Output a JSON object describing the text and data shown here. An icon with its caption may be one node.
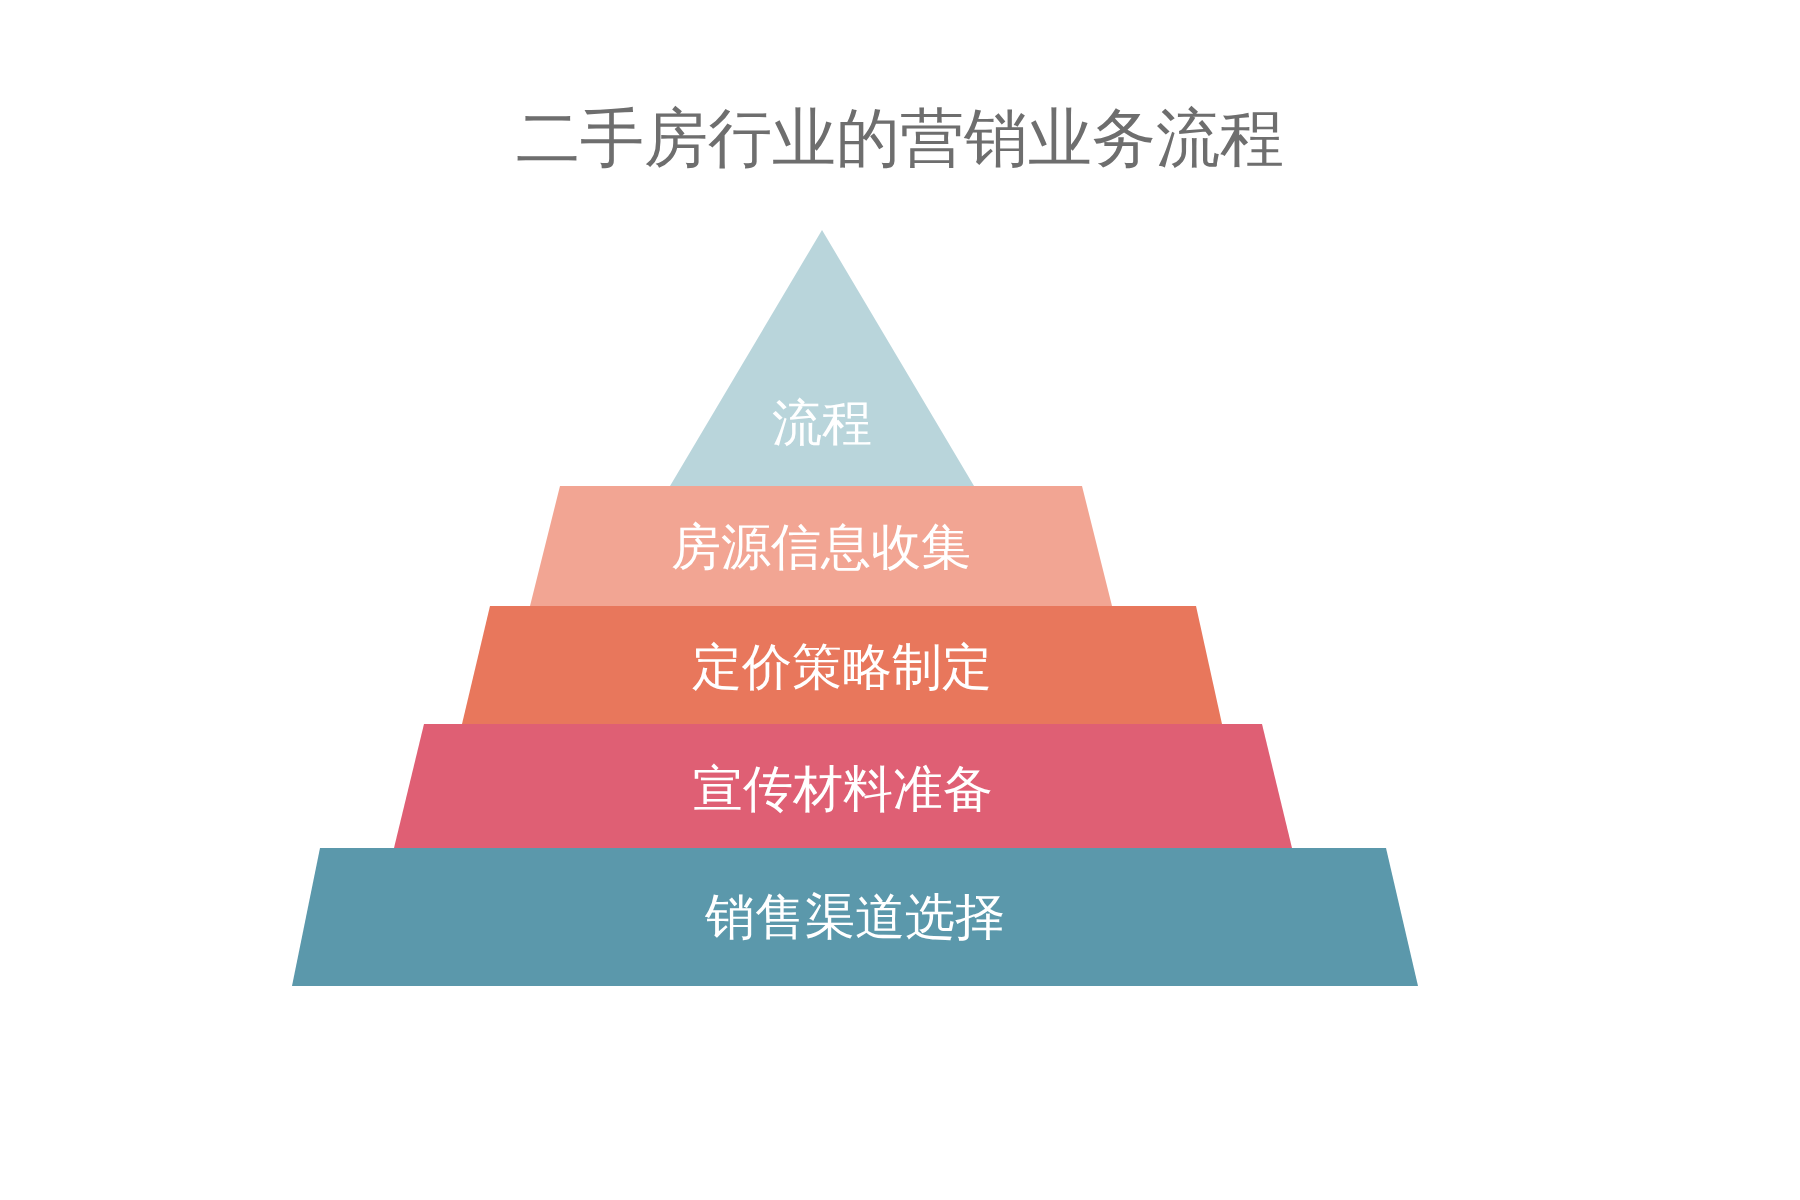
{
  "diagram": {
    "title": "二手房行业的营销业务流程",
    "nodes": [
      {
        "text": [
          "流程"
        ]
      },
      {
        "text": [
          "房源信息收集"
        ]
      },
      {
        "text": [
          "定价策略制定"
        ]
      },
      {
        "text": [
          "宣传材料准备"
        ]
      },
      {
        "text": [
          "销售渠道选择"
        ]
      }
    ]
  }
}
